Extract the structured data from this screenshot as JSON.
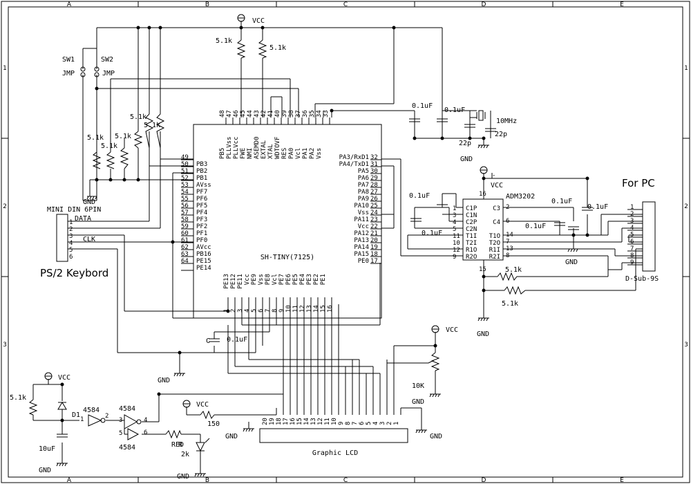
{
  "frame": {
    "cols": [
      "A",
      "B",
      "C",
      "D",
      "E"
    ],
    "rows": [
      "1",
      "2",
      "3"
    ]
  },
  "mcu": {
    "name": "SH-TINY(7125)",
    "left_pins": [
      {
        "num": "49",
        "label": ""
      },
      {
        "num": "50",
        "label": "PB3"
      },
      {
        "num": "51",
        "label": "PB2"
      },
      {
        "num": "52",
        "label": "PB1"
      },
      {
        "num": "53",
        "label": "AVss"
      },
      {
        "num": "54",
        "label": "PF7"
      },
      {
        "num": "55",
        "label": "PF6"
      },
      {
        "num": "56",
        "label": "PF5"
      },
      {
        "num": "57",
        "label": "PF4"
      },
      {
        "num": "58",
        "label": "PF3"
      },
      {
        "num": "59",
        "label": "PF2"
      },
      {
        "num": "60",
        "label": "PF1"
      },
      {
        "num": "61",
        "label": "PF0"
      },
      {
        "num": "62",
        "label": "AVcc"
      },
      {
        "num": "63",
        "label": "PB16"
      },
      {
        "num": "64",
        "label": "PE15"
      },
      {
        "num": "",
        "label": "PE14"
      }
    ],
    "right_pins": [
      {
        "num": "32",
        "label": "PA3/RxD1"
      },
      {
        "num": "31",
        "label": "PA4/TxD1"
      },
      {
        "num": "30",
        "label": "PA5"
      },
      {
        "num": "29",
        "label": "PA6"
      },
      {
        "num": "28",
        "label": "PA7"
      },
      {
        "num": "27",
        "label": "PA8"
      },
      {
        "num": "26",
        "label": "PA9"
      },
      {
        "num": "25",
        "label": "PA10"
      },
      {
        "num": "24",
        "label": "Vss"
      },
      {
        "num": "23",
        "label": "PA11"
      },
      {
        "num": "22",
        "label": "Vcc"
      },
      {
        "num": "21",
        "label": "PA12"
      },
      {
        "num": "20",
        "label": "PA13"
      },
      {
        "num": "19",
        "label": "PA14"
      },
      {
        "num": "18",
        "label": "PA15"
      },
      {
        "num": "17",
        "label": "PE0"
      }
    ],
    "top_pins": [
      {
        "num": "48",
        "label": "PB5"
      },
      {
        "num": "47",
        "label": "PLLVss"
      },
      {
        "num": "46",
        "label": "PLLVcc"
      },
      {
        "num": "45",
        "label": "FWE"
      },
      {
        "num": "44",
        "label": "NMI"
      },
      {
        "num": "43",
        "label": "ASEMD0"
      },
      {
        "num": "42",
        "label": "EXTAL"
      },
      {
        "num": "41",
        "label": "XTAL"
      },
      {
        "num": "40",
        "label": "WDTOVF"
      },
      {
        "num": "39",
        "label": "RES"
      },
      {
        "num": "38",
        "label": "PA0"
      },
      {
        "num": "37",
        "label": "Vcl"
      },
      {
        "num": "36",
        "label": "PA1"
      },
      {
        "num": "35",
        "label": "PA2"
      },
      {
        "num": "34",
        "label": "Vss"
      },
      {
        "num": "33",
        "label": ""
      }
    ],
    "bottom_pins": [
      {
        "num": "1",
        "label": "PE13"
      },
      {
        "num": "2",
        "label": "PE12"
      },
      {
        "num": "3",
        "label": "PE11"
      },
      {
        "num": "4",
        "label": "Vcc"
      },
      {
        "num": "5",
        "label": "PE9"
      },
      {
        "num": "6",
        "label": "Vss"
      },
      {
        "num": "7",
        "label": "PE8"
      },
      {
        "num": "8",
        "label": "Vcl"
      },
      {
        "num": "9",
        "label": "PE7"
      },
      {
        "num": "10",
        "label": "PE6"
      },
      {
        "num": "11",
        "label": "PE5"
      },
      {
        "num": "12",
        "label": "PE4"
      },
      {
        "num": "13",
        "label": "PE3"
      },
      {
        "num": "14",
        "label": "PE2"
      },
      {
        "num": "15",
        "label": "PE1"
      },
      {
        "num": "16",
        "label": ""
      }
    ]
  },
  "adm": {
    "name": "ADM3202",
    "vcc_pin": "16",
    "gnd_pin": "15",
    "left_pins": [
      {
        "num": "1",
        "label": "C1P"
      },
      {
        "num": "3",
        "label": "C1N"
      },
      {
        "num": "4",
        "label": "C2P"
      },
      {
        "num": "5",
        "label": "C2N"
      },
      {
        "num": "11",
        "label": "T1I"
      },
      {
        "num": "10",
        "label": "T2I"
      },
      {
        "num": "12",
        "label": "R1O"
      },
      {
        "num": "9",
        "label": "R2O"
      }
    ],
    "right_pins": [
      {
        "num": "2",
        "label": "C3"
      },
      {
        "num": "6",
        "label": "C4"
      },
      {
        "num": "14",
        "label": "T1O"
      },
      {
        "num": "7",
        "label": "T2O"
      },
      {
        "num": "13",
        "label": "R1I"
      },
      {
        "num": "8",
        "label": "R2I"
      }
    ]
  },
  "dsub": {
    "title": "For PC",
    "name": "D-Sub-9S",
    "pins": [
      "1",
      "2",
      "3",
      "4",
      "5",
      "6",
      "7",
      "8",
      "9"
    ]
  },
  "keyboard": {
    "connector": "MINI DIN 6PIN",
    "title": "PS/2 Keybord",
    "pins": [
      "1",
      "2",
      "3",
      "4",
      "5",
      "6"
    ],
    "data_label": "DATA",
    "clk_label": "CLK"
  },
  "lcd": {
    "title": "Graphic LCD",
    "pins": [
      "20",
      "19",
      "18",
      "17",
      "16",
      "15",
      "14",
      "13",
      "12",
      "11",
      "10",
      "9",
      "8",
      "7",
      "6",
      "5",
      "4",
      "3",
      "2",
      "1"
    ]
  },
  "labels": {
    "vcc": "VCC",
    "gnd": "GND",
    "r_51k": "5.1k",
    "r_51k_upper": "5.1K",
    "c_01uF": "0.1uF",
    "c_01uf_lower": "0.1uf",
    "c_01uF_bottom": "0.1uF",
    "cap_c": "C",
    "cap_22p_a": "22p",
    "cap_22p_b": "22p",
    "crystal": "10MHz",
    "sw1": "SW1",
    "sw2": "SW2",
    "jmp": "JMP",
    "r_10k": "10K",
    "r_150": "150",
    "r_2k": "2k",
    "r_prefix": "R",
    "led_red": "RED",
    "c_10uF": "10uF",
    "diode": "D1",
    "inverter": "4584",
    "pin_1": "1",
    "pin_2": "2",
    "pin_3": "3",
    "pin_4": "4",
    "pin_5": "5",
    "pin_6": "6",
    "p_plus": "+",
    "p_minus": "-"
  }
}
